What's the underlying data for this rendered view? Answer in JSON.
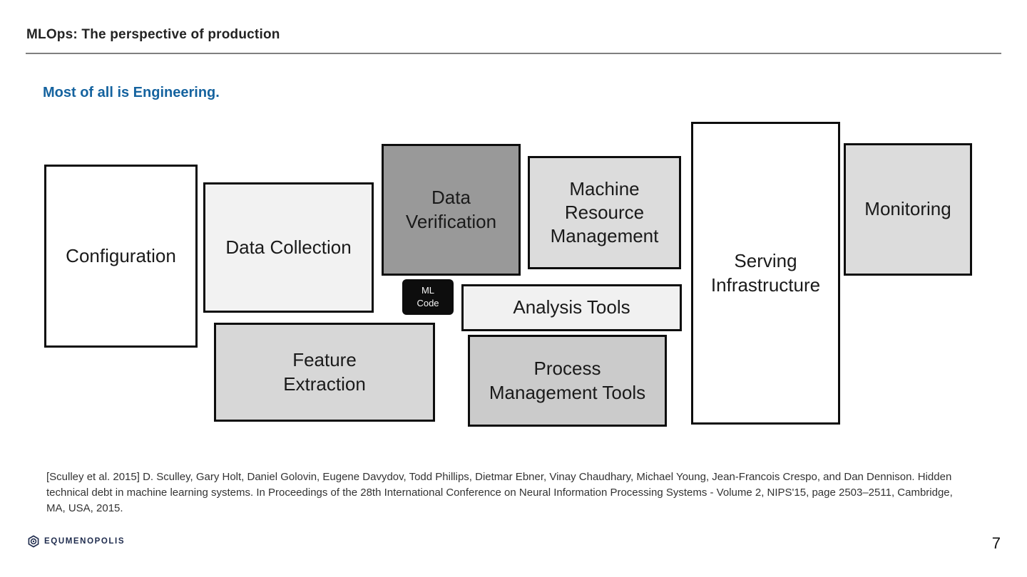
{
  "slide": {
    "header": {
      "title": "MLOps: The perspective of production"
    },
    "subtitle": "Most of all is Engineering.",
    "diagram": {
      "source_figure": "Hidden technical debt in machine learning systems",
      "boxes": [
        {
          "id": "configuration",
          "label": "Configuration",
          "fill": "#ffffff"
        },
        {
          "id": "data-collection",
          "label": "Data Collection",
          "fill": "#f2f2f2"
        },
        {
          "id": "data-verification",
          "label": "Data\nVerification",
          "fill": "#999999"
        },
        {
          "id": "machine-resource-management",
          "label": "Machine\nResource\nManagement",
          "fill": "#dcdcdc"
        },
        {
          "id": "ml-code",
          "label": "ML\nCode",
          "fill": "#0d0d0d"
        },
        {
          "id": "analysis-tools",
          "label": "Analysis Tools",
          "fill": "#f1f1f1"
        },
        {
          "id": "feature-extraction",
          "label": "Feature\nExtraction",
          "fill": "#d7d7d7"
        },
        {
          "id": "process-management-tools",
          "label": "Process\nManagement Tools",
          "fill": "#cbcbcb"
        },
        {
          "id": "serving-infrastructure",
          "label": "Serving\nInfrastructure",
          "fill": "#ffffff"
        },
        {
          "id": "monitoring",
          "label": "Monitoring",
          "fill": "#dcdcdc"
        }
      ]
    },
    "citation": "[Sculley et al. 2015] D. Sculley, Gary Holt, Daniel Golovin, Eugene Davydov, Todd Phillips, Dietmar Ebner, Vinay Chaudhary, Michael Young, Jean-Francois Crespo, and Dan Dennison. Hidden technical debt in machine learning systems. In Proceedings of the 28th International Conference on Neural Information Processing Systems - Volume 2, NIPS'15, page 2503–2511, Cambridge, MA, USA, 2015.",
    "footer": {
      "brand": "EQUMENOPOLIS",
      "page_number": "7"
    }
  },
  "icons": {
    "brand_logo": "hexagon-ring-logo-icon"
  },
  "colors": {
    "accent_blue": "#15639f",
    "brand_navy": "#1e2b4d",
    "divider_gray": "#7f7f7f",
    "box_border": "#0d0d0d"
  }
}
